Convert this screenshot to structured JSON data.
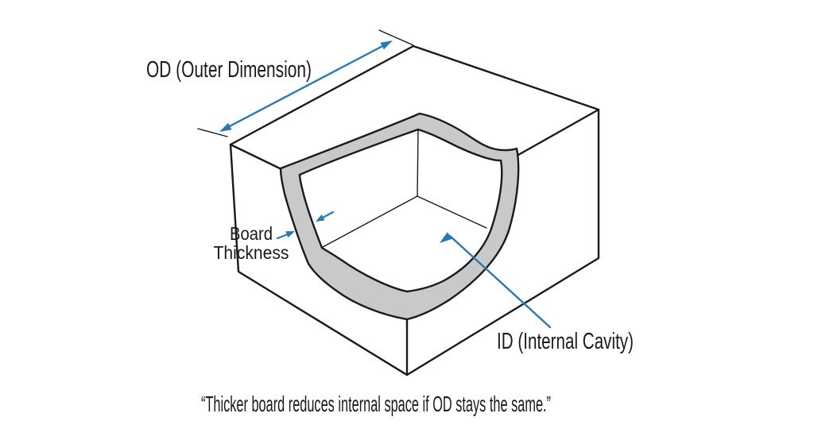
{
  "diagram": {
    "od_label": "OD (Outer Dimension)",
    "board_label_line1": "Board",
    "board_label_line2": "Thickness",
    "id_label": "ID (Internal Cavity)",
    "caption": "“Thicker board reduces internal space if OD stays the same.”"
  },
  "colors": {
    "accent_blue": "#2878b5",
    "board_gray": "#c9c9c9",
    "line_color": "#1a1a1a",
    "background": "#ffffff"
  }
}
